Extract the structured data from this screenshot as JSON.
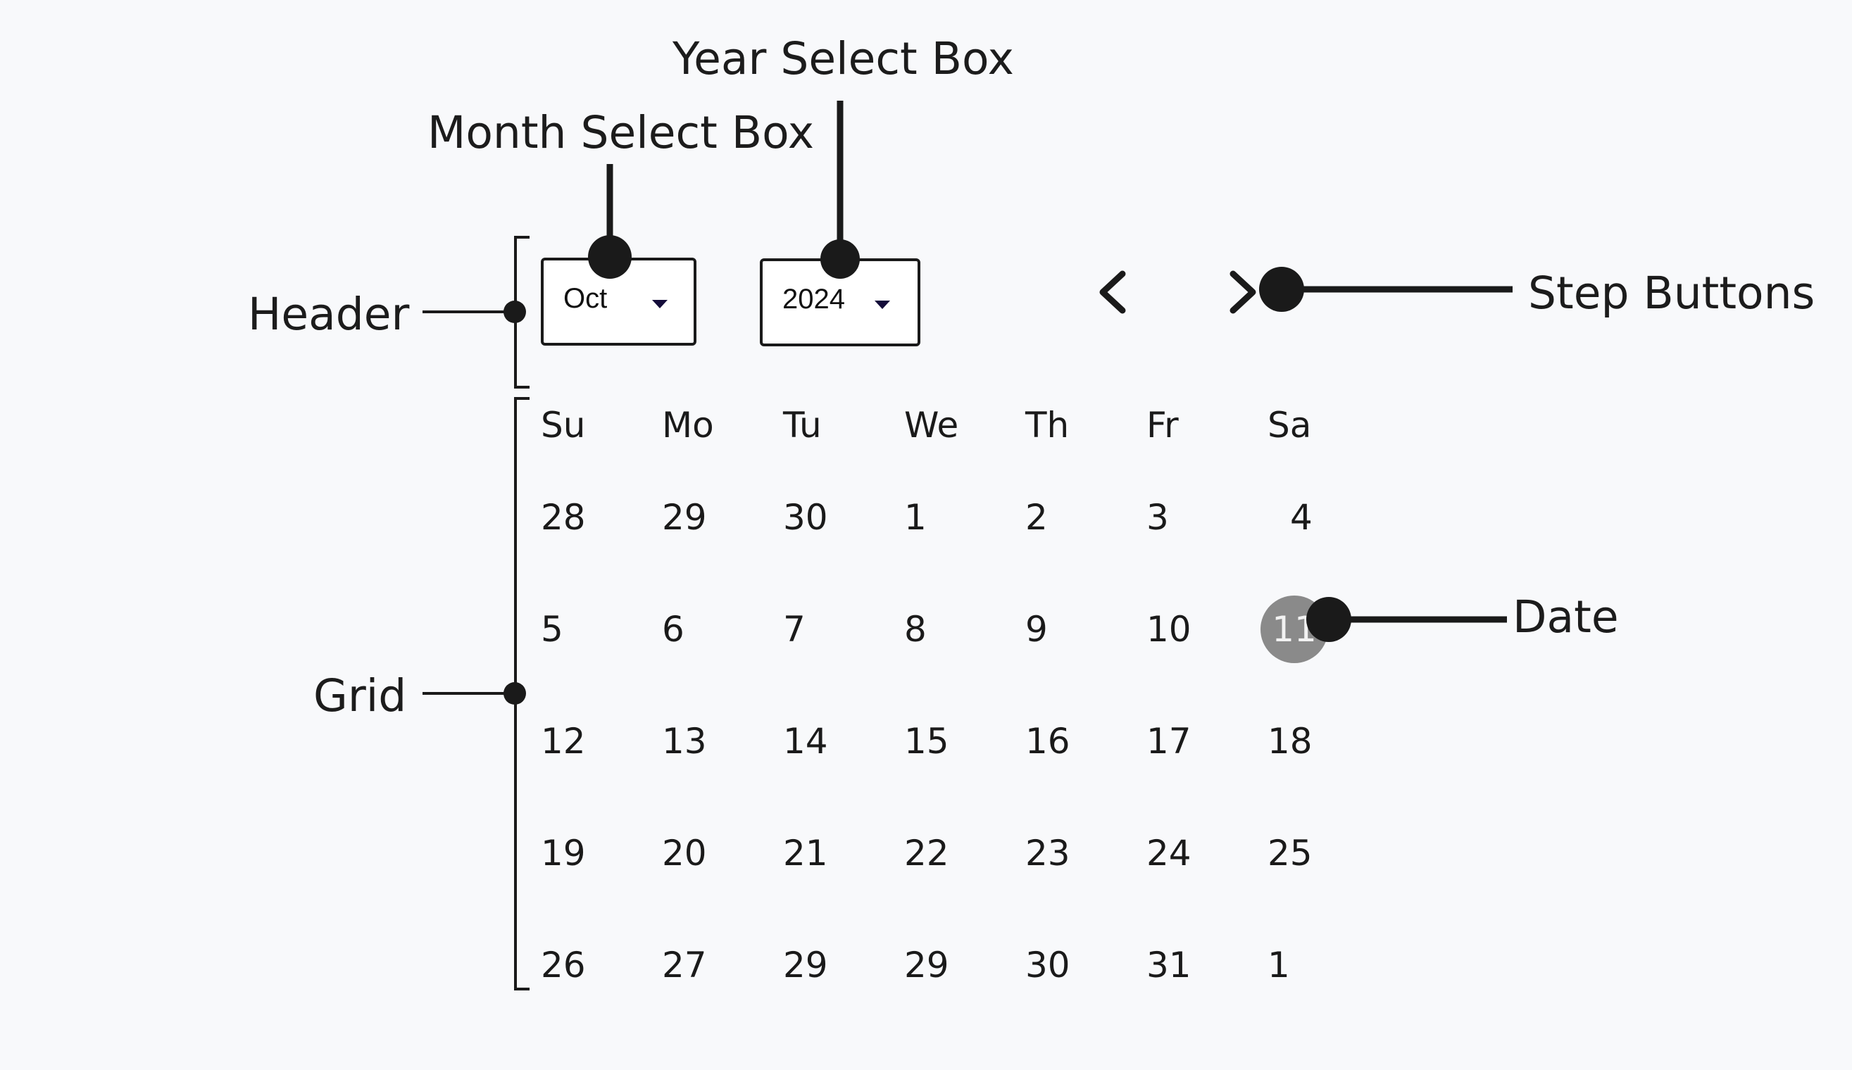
{
  "annotations": {
    "year_select_box": "Year Select Box",
    "month_select_box": "Month Select Box",
    "header": "Header",
    "step_buttons": "Step Buttons",
    "date": "Date",
    "grid": "Grid"
  },
  "calendar": {
    "month_select": {
      "value": "Oct"
    },
    "year_select": {
      "value": "2024"
    },
    "prev_icon": "chevron-left-icon",
    "next_icon": "chevron-right-icon",
    "weekdays": [
      "Su",
      "Mo",
      "Tu",
      "We",
      "Th",
      "Fr",
      "Sa"
    ],
    "weeks": [
      [
        "28",
        "29",
        "30",
        "1",
        "2",
        "3",
        "4"
      ],
      [
        "5",
        "6",
        "7",
        "8",
        "9",
        "10",
        "11"
      ],
      [
        "12",
        "13",
        "14",
        "15",
        "16",
        "17",
        "18"
      ],
      [
        "19",
        "20",
        "21",
        "22",
        "23",
        "24",
        "25"
      ],
      [
        "26",
        "27",
        "29",
        "29",
        "30",
        "31",
        "1"
      ]
    ],
    "selected_date": "11"
  },
  "colors": {
    "ink": "#1a1a1a",
    "selected_fill": "#8a8a8a",
    "caret": "#140c3a",
    "background": "#f8f9fb"
  }
}
